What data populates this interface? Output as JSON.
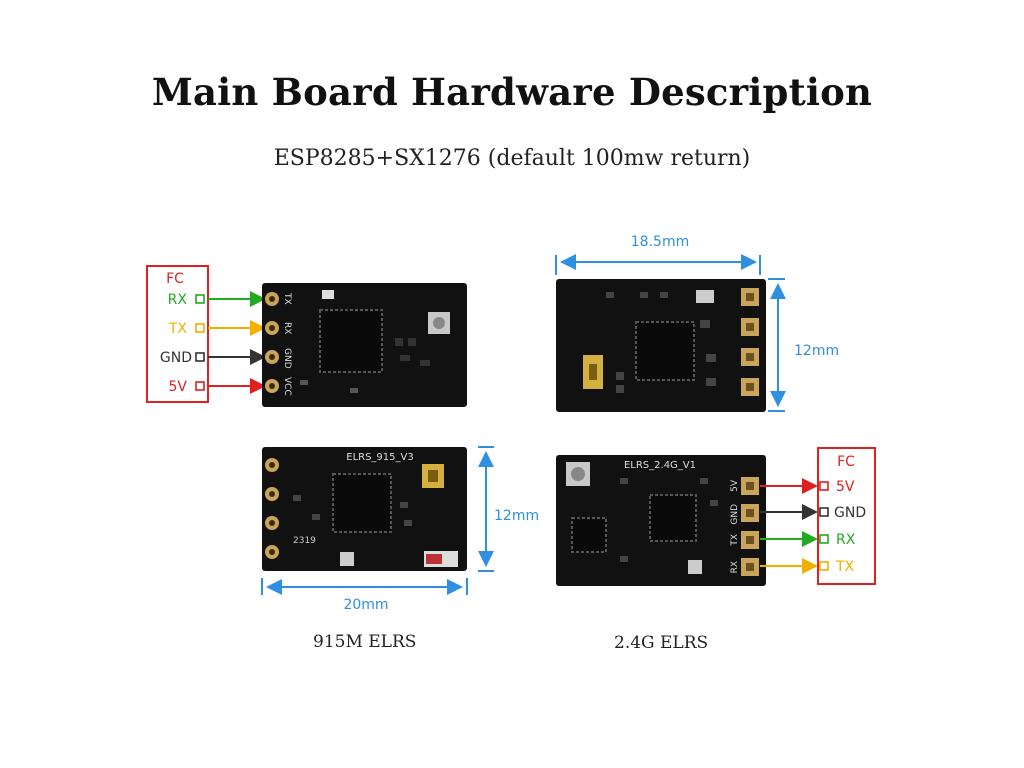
{
  "title": "Main Board Hardware Description",
  "subtitle": "ESP8285+SX1276 (default 100mw return)",
  "captions": {
    "m915": "915M ELRS",
    "g24": "2.4G ELRS"
  },
  "fc_left": {
    "header": "FC",
    "pins": [
      "RX",
      "TX",
      "GND",
      "5V"
    ],
    "board_pins": [
      "TX",
      "RX",
      "GND",
      "VCC"
    ]
  },
  "fc_right": {
    "header": "FC",
    "pins": [
      "5V",
      "GND",
      "RX",
      "TX"
    ],
    "board_pins": [
      "5V",
      "GND",
      "TX",
      "RX"
    ]
  },
  "board_labels": {
    "m915": "ELRS_915_V3",
    "g24": "ELRS_2.4G_V1",
    "chip": "2319"
  },
  "dimensions": {
    "width_24": "18.5mm",
    "height_24": "12mm",
    "width_915": "20mm",
    "height_915": "12mm"
  },
  "colors": {
    "rx": "#22aa22",
    "tx": "#f0b000",
    "gnd": "#333333",
    "v5": "#e02020",
    "dim": "#2f8fe0",
    "box": "#e02020"
  }
}
